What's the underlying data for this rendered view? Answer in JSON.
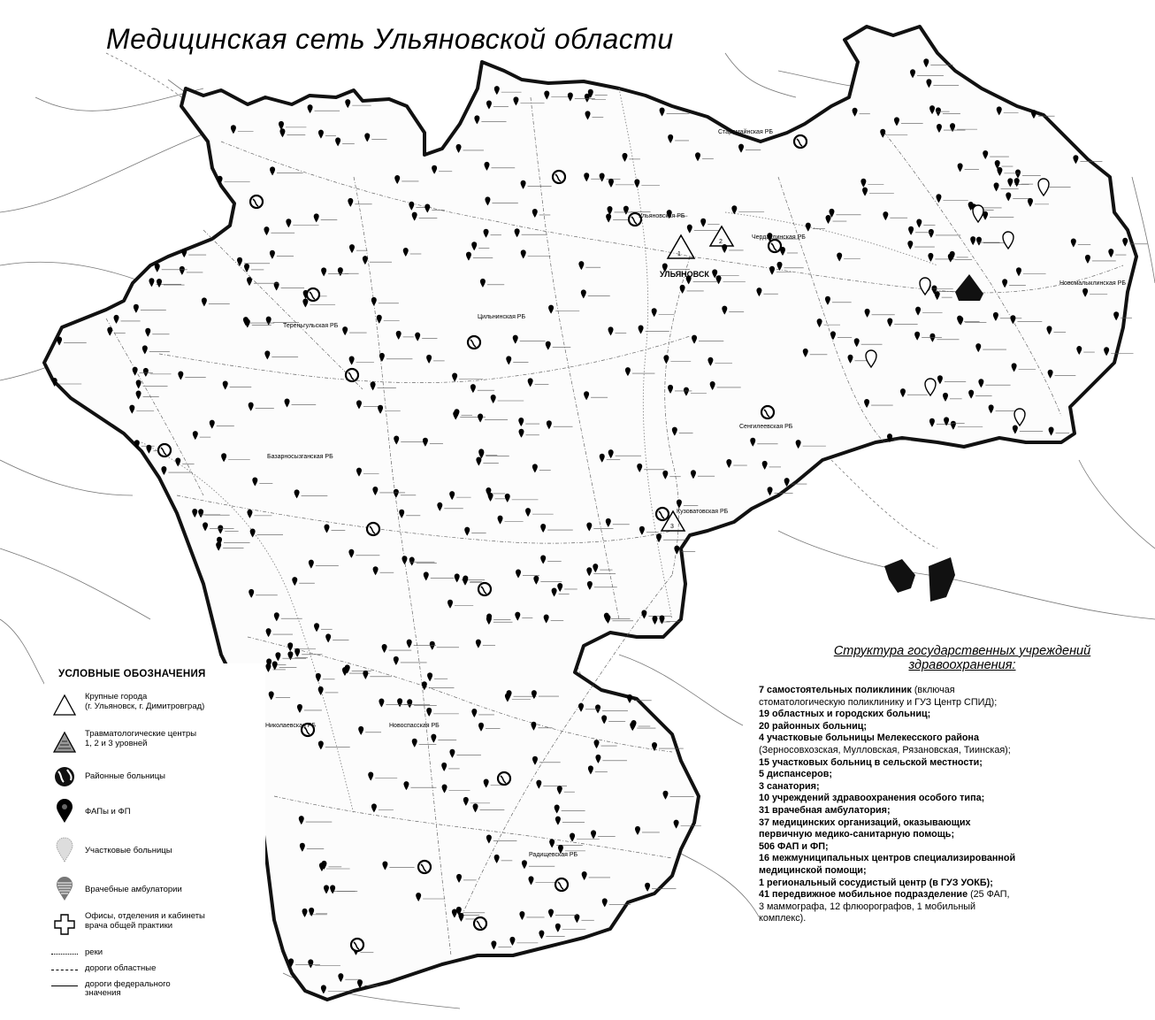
{
  "title": "Медицинская сеть Ульяновской области",
  "map": {
    "city_label": "УЛЬЯНОВСК",
    "hospital_labels": [
      "Старомайнская РБ",
      "Ульяновская РБ",
      "Чердаклинская РБ",
      "Новомалыклинская РБ",
      "Сенгилеевская РБ",
      "Базарносызганская РБ",
      "Николаевская РБ",
      "Новоспасская РБ",
      "Радищевская РБ",
      "Цильнинская РБ",
      "Кузоватовская РБ",
      "Тереньгульская РБ"
    ],
    "trauma_levels": [
      "1",
      "2",
      "3"
    ]
  },
  "legend": {
    "heading": "УСЛОВНЫЕ ОБОЗНАЧЕНИЯ",
    "items": [
      {
        "icon": "triangle-outline-icon",
        "text": "Крупные города\n(г. Ульяновск, г. Димитровград)"
      },
      {
        "icon": "triangle-filled-icon",
        "text": "Травматологические центры\n1, 2 и 3 уровней"
      },
      {
        "icon": "globe-icon",
        "text": "Районные больницы"
      },
      {
        "icon": "pin-filled-icon",
        "text": "ФАПы и ФП"
      },
      {
        "icon": "pin-light-icon",
        "text": "Участковые больницы"
      },
      {
        "icon": "pin-striped-icon",
        "text": "Врачебные амбулатории"
      },
      {
        "icon": "cross-icon",
        "text": "Офисы, отделения и кабинеты\nврача общей практики"
      }
    ],
    "lines": [
      {
        "style": "dotted",
        "text": "реки"
      },
      {
        "style": "dashdot",
        "text": "дороги областные"
      },
      {
        "style": "solid",
        "text": "дороги федерального\nзначения"
      }
    ]
  },
  "structure": {
    "heading": "Структура государственных учреждений\nздравоохранения:",
    "items": [
      {
        "bold": "7 самостоятельных поликлиник",
        "rest": " (включая\nстоматологическую поликлинику и ГУЗ Центр СПИД);"
      },
      {
        "bold": "19 областных и городских больниц;",
        "rest": ""
      },
      {
        "bold": "20 районных больниц;",
        "rest": ""
      },
      {
        "bold": "4 участковые больницы Мелекесского района",
        "rest": "\n(Зерносовхозская, Мулловская, Рязановская, Тиинская);"
      },
      {
        "bold": "15 участковых больниц в сельской местности;",
        "rest": ""
      },
      {
        "bold": "5 диспансеров;",
        "rest": ""
      },
      {
        "bold": "3 санатория;",
        "rest": ""
      },
      {
        "bold": "10 учреждений здравоохранения особого типа;",
        "rest": ""
      },
      {
        "bold": "31 врачебная амбулатория;",
        "rest": ""
      },
      {
        "bold": "37 медицинских организаций, оказывающих\nпервичную медико-санитарную помощь;",
        "rest": ""
      },
      {
        "bold": "506 ФАП и ФП;",
        "rest": ""
      },
      {
        "bold": "16 межмуниципальных центров специализированной\nмедицинской помощи;",
        "rest": ""
      },
      {
        "bold": "1 региональный сосудистый центр (в ГУЗ УОКБ);",
        "rest": ""
      },
      {
        "bold": "41 передвижное мобильное подразделение",
        "rest": " (25 ФАП,\n3 маммографа, 12 флюорографов, 1 мобильный\nкомплекс)."
      }
    ]
  },
  "colors": {
    "ink": "#000000",
    "paper": "#ffffff",
    "road": "#555555",
    "border": "#111111"
  }
}
